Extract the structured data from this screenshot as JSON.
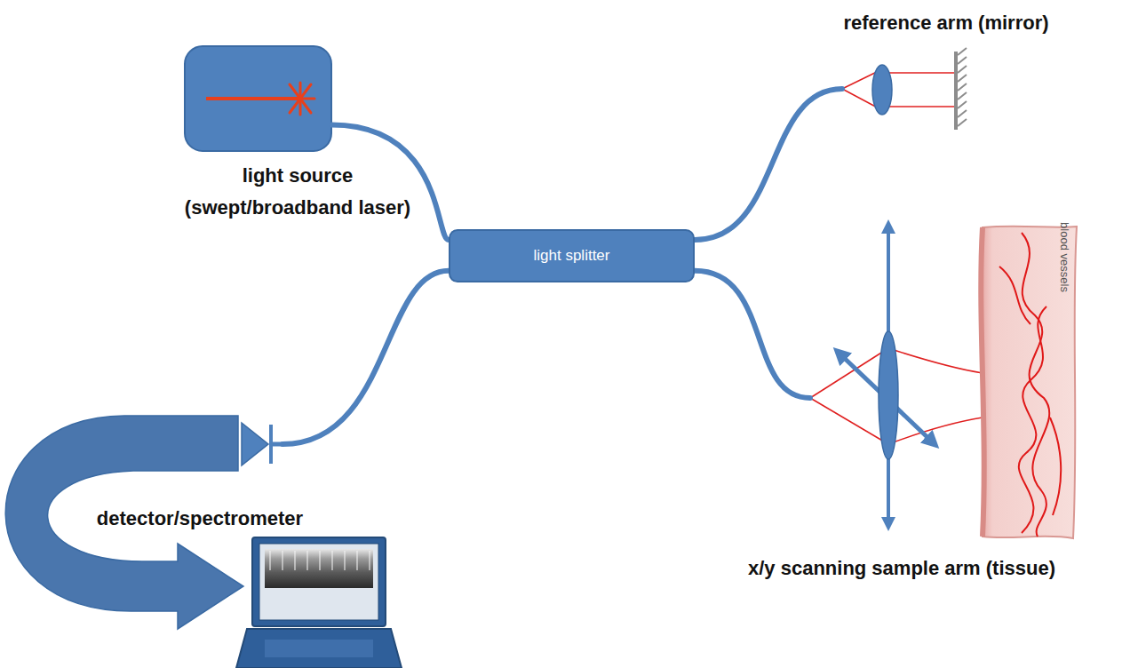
{
  "diagram": {
    "nodes": [
      {
        "text": [
          "light source (swept/broadband laser)"
        ]
      },
      {
        "text": [
          "reference arm (mirror)"
        ]
      },
      {
        "text": [
          "light splitter"
        ]
      },
      {
        "text": [
          "x/y scanning sample arm (tissue)"
        ]
      },
      {
        "text": [
          "detector/spectrometer"
        ]
      }
    ],
    "edges": [
      {
        "from": 0,
        "to": 2,
        "arrow": "none"
      },
      {
        "from": 2,
        "to": 1,
        "arrow": "none"
      },
      {
        "from": 2,
        "to": 3,
        "arrow": "none"
      },
      {
        "from": 4,
        "to": 2,
        "arrow": "none"
      }
    ],
    "labels": [
      "blood vessels"
    ]
  }
}
